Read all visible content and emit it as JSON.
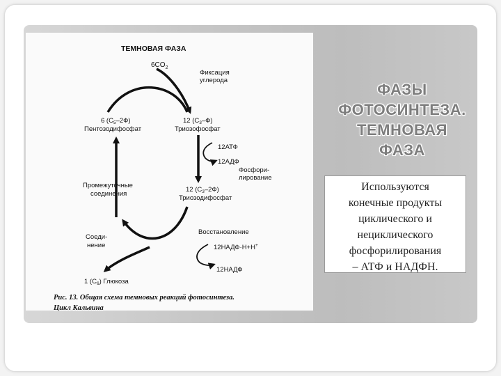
{
  "slide": {
    "title_lines": [
      "ФАЗЫ",
      "ФОТОСИНТЕЗА.",
      "ТЕМНОВАЯ",
      "ФАЗА"
    ],
    "body_lines": [
      "Используются",
      "конечные продукты",
      "циклического и",
      "нециклического",
      "фосфорилирования",
      "– АТФ и НАДФН."
    ]
  },
  "figure": {
    "heading": "ТЕМНОВАЯ ФАЗА",
    "co2": "6CO",
    "co2_sub": "2",
    "fixation_1": "Фиксация",
    "fixation_2": "углерода",
    "left_node_1": "6 (C",
    "left_node_1_sub": "5",
    "left_node_1_tail": "–2Ф)",
    "left_node_2": "Пентозодифосфат",
    "right_node_1": "12 (C",
    "right_node_1_sub": "3",
    "right_node_1_tail": "–Ф)",
    "right_node_2": "Триозофосфат",
    "atp": "12АТФ",
    "adp": "12АДФ",
    "phosphor_1": "Фосфори-",
    "phosphor_2": "лирование",
    "intermediate_1": "Промежуточные",
    "intermediate_2": "соединения",
    "bottom_node_1": "12 (C",
    "bottom_node_1_sub": "3",
    "bottom_node_1_tail": "–2Ф)",
    "bottom_node_2": "Триозодифосфат",
    "combine_1": "Соеди-",
    "combine_2": "нение",
    "reduction": "Восстановление",
    "nadph": "12НАДФ·Н+Н",
    "nadph_sup": "+",
    "nadp": "12НАДФ",
    "glucose_1": "1 (C",
    "glucose_1_sub": "6",
    "glucose_1_tail": ") Глюкоза",
    "caption_1": "Рис. 13. Общая схема темновых реакций фотосинтеза.",
    "caption_2": "Цикл Кальвина"
  }
}
